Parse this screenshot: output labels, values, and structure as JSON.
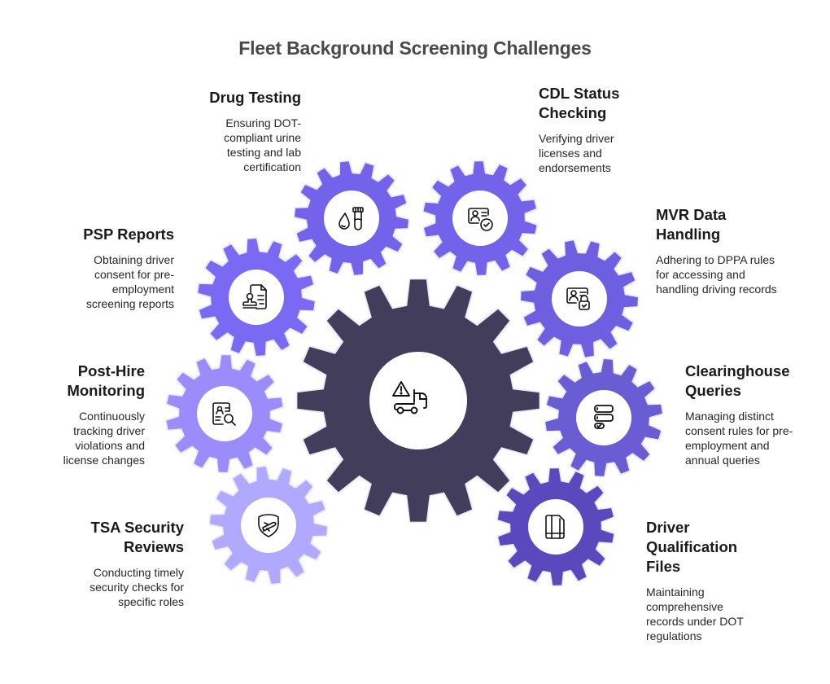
{
  "title": "Fleet Background Screening Challenges",
  "center": {
    "icon": "truck-warning-icon",
    "color": "#433D5A"
  },
  "items": [
    {
      "id": "drug-testing",
      "title": "Drug Testing",
      "description": "Ensuring DOT-compliant urine testing and lab certification",
      "icon": "test-tube-drop-icon",
      "color": "#7263EA"
    },
    {
      "id": "cdl-status",
      "title": "CDL Status Checking",
      "description": "Verifying driver licenses and endorsements",
      "icon": "id-card-check-icon",
      "color": "#7263EA"
    },
    {
      "id": "psp-reports",
      "title": "PSP Reports",
      "description": "Obtaining driver consent for pre-employment screening reports",
      "icon": "document-stamp-icon",
      "color": "#7A6AF3"
    },
    {
      "id": "mvr-data",
      "title": "MVR Data Handling",
      "description": "Adhering to DPPA rules for accessing and handling driving records",
      "icon": "id-card-lock-icon",
      "color": "#6E5FE0"
    },
    {
      "id": "post-hire",
      "title": "Post-Hire Monitoring",
      "description": "Continuously tracking driver violations and license changes",
      "icon": "profile-search-icon",
      "color": "#9A8CFA"
    },
    {
      "id": "clearinghouse",
      "title": "Clearinghouse Queries",
      "description": "Managing distinct consent rules for pre-employment and annual queries",
      "icon": "database-check-icon",
      "color": "#6A5BD2"
    },
    {
      "id": "tsa",
      "title": "TSA Security Reviews",
      "description": "Conducting timely security checks for specific roles",
      "icon": "shield-plane-icon",
      "color": "#B1A8FF"
    },
    {
      "id": "dq-files",
      "title": "Driver Qualification Files",
      "description": "Maintaining comprehensive records under DOT regulations",
      "icon": "files-icon",
      "color": "#5A4ABD"
    }
  ]
}
